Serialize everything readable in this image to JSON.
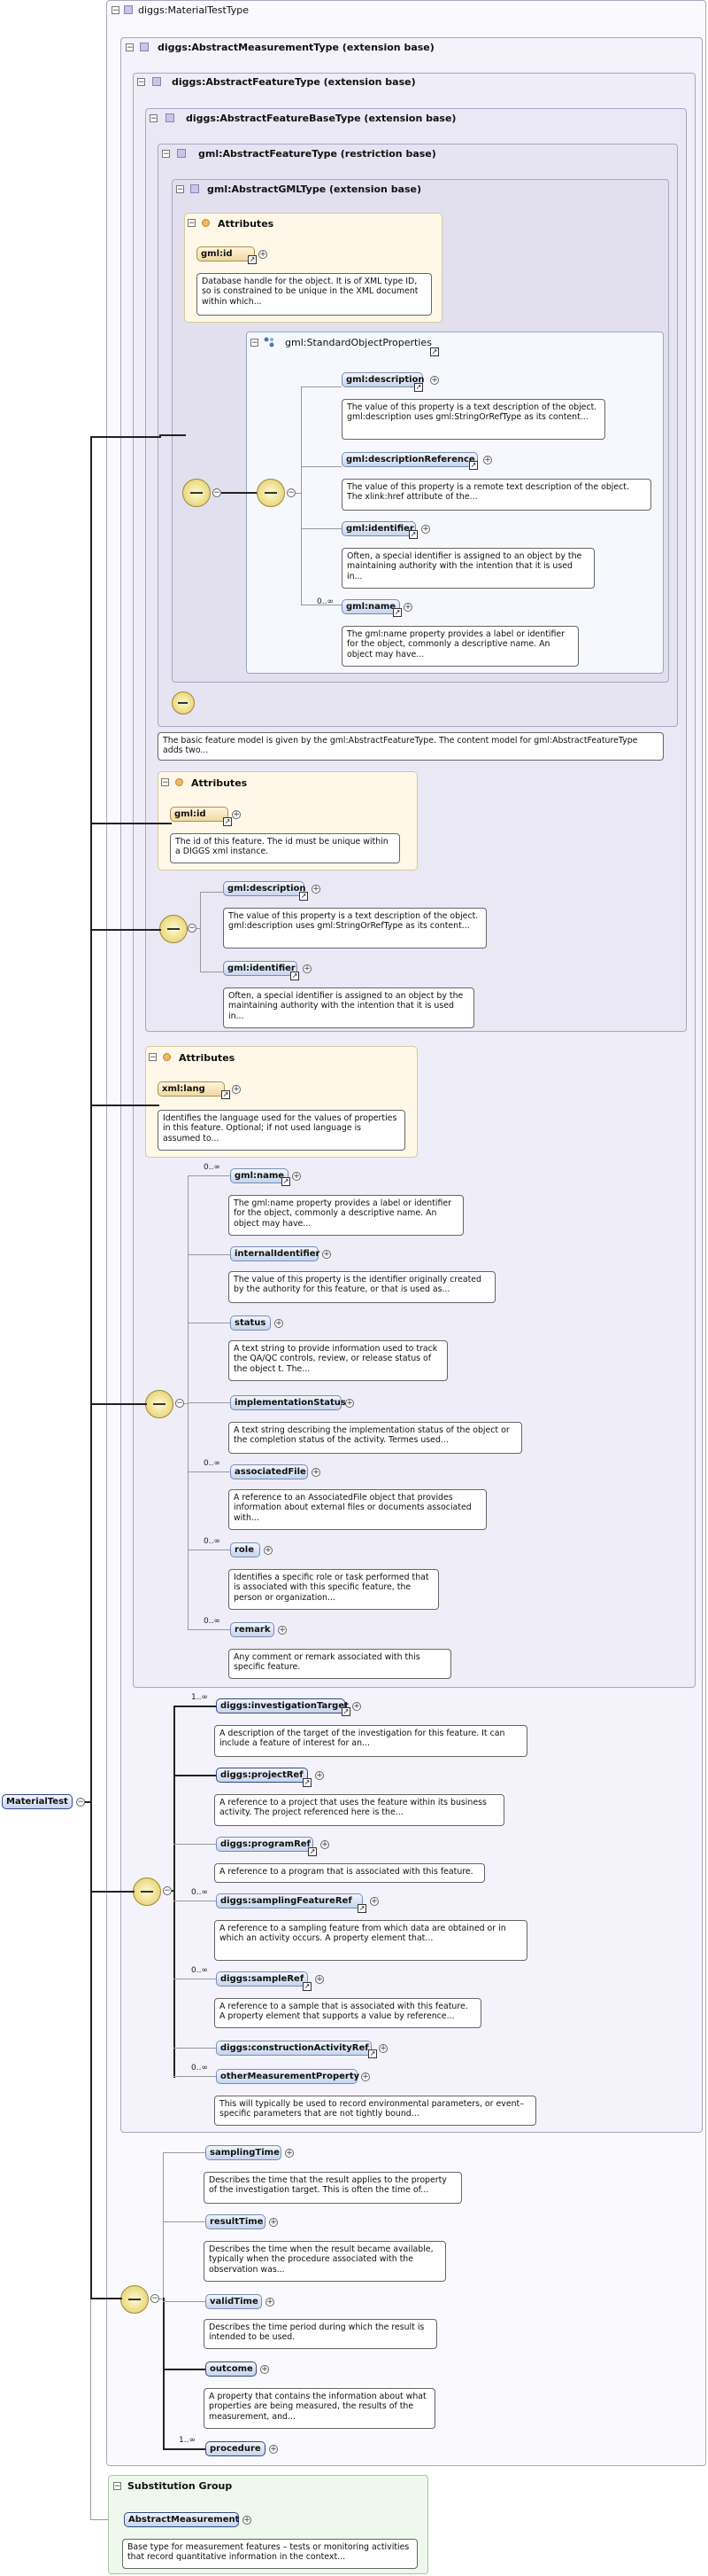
{
  "boxes": {
    "material_test_type": "diggs:MaterialTestType",
    "abstract_measurement_type": "diggs:AbstractMeasurementType (extension base)",
    "abstract_feature_type": "diggs:AbstractFeatureType (extension base)",
    "abstract_feature_base_type": "diggs:AbstractFeatureBaseType (extension base)",
    "gml_abstract_feature_type": "gml:AbstractFeatureType (restriction base)",
    "gml_abstract_gml_type": "gml:AbstractGMLType (extension base)",
    "standard_object_properties": "gml:StandardObjectProperties",
    "substitution_group": "Substitution Group"
  },
  "attributes_label": "Attributes",
  "gml_type": {
    "attr_id": "gml:id",
    "attr_id_desc": "Database handle for the object. It is of XML type ID, so is constrained to be unique in the XML document within which...",
    "elements": [
      {
        "name": "gml:description",
        "card": "",
        "desc": "The value of this property is a text description of the object. gml:description uses gml:StringOrRefType as its content..."
      },
      {
        "name": "gml:descriptionReference",
        "card": "",
        "desc": "The value of this property is a remote text description of the object. The xlink:href attribute of the..."
      },
      {
        "name": "gml:identifier",
        "card": "",
        "desc": "Often, a special identifier is assigned to an object by the maintaining authority with the intention that it is used in..."
      },
      {
        "name": "gml:name",
        "card": "0..∞",
        "desc": "The gml:name property provides a label or identifier for the object, commonly a descriptive name. An object may have..."
      }
    ]
  },
  "feature_type_desc": "The basic feature model is given by the gml:AbstractFeatureType. The content model for gml:AbstractFeatureType adds two...",
  "feature_base": {
    "attr_id": "gml:id",
    "attr_id_desc": "The id of this feature. The id must be unique within a DIGGS xml instance.",
    "elements": [
      {
        "name": "gml:description",
        "desc": "The value of this property is a text description of the object. gml:description uses gml:StringOrRefType as its content..."
      },
      {
        "name": "gml:identifier",
        "desc": "Often, a special identifier is assigned to an object by the maintaining authority with the intention that it is used in..."
      }
    ]
  },
  "abstract_feature": {
    "attr_lang": "xml:lang",
    "attr_lang_desc": "Identifies the language used for the values of properties in this feature. Optional; if not used language is assumed to...",
    "elements": [
      {
        "name": "gml:name",
        "card": "0..∞",
        "desc": "The gml:name property provides a label or identifier for the object, commonly a descriptive name. An object may have..."
      },
      {
        "name": "internalIdentifier",
        "card": "",
        "desc": "The value of this property is the identifier originally created by the authority for this feature, or that is used as..."
      },
      {
        "name": "status",
        "card": "",
        "desc": "A text string to provide information used to track the QA/QC controls, review, or release status of the object t. The..."
      },
      {
        "name": "implementationStatus",
        "card": "",
        "desc": "A text string describing the implementation status of the object or the completion status of the activity. Termes used..."
      },
      {
        "name": "associatedFile",
        "card": "0..∞",
        "desc": "A reference to an AssociatedFile object that provides information about external files or documents associated with..."
      },
      {
        "name": "role",
        "card": "0..∞",
        "desc": "Identifies a specific role or task performed that is associated with this specific feature, the person or organization..."
      },
      {
        "name": "remark",
        "card": "0..∞",
        "desc": "Any comment or remark associated with this specific feature."
      }
    ]
  },
  "measurement": {
    "elements": [
      {
        "name": "diggs:investigationTarget",
        "card": "1..∞",
        "desc": "A description of the target of the investigation for this feature. It can include a feature of interest for an..."
      },
      {
        "name": "diggs:projectRef",
        "card": "",
        "desc": "A reference to a project that uses the feature within its business activity. The project referenced here is the..."
      },
      {
        "name": "diggs:programRef",
        "card": "",
        "desc": "A reference to a program that is associated with this feature."
      },
      {
        "name": "diggs:samplingFeatureRef",
        "card": "0..∞",
        "desc": "A reference to a sampling feature from which data are obtained or in which an activity occurs. A property element that..."
      },
      {
        "name": "diggs:sampleRef",
        "card": "0..∞",
        "desc": "A reference to a sample that is associated with this feature. A property element that supports a value by reference..."
      },
      {
        "name": "diggs:constructionActivityRef",
        "card": "",
        "desc": ""
      },
      {
        "name": "otherMeasurementProperty",
        "card": "0..∞",
        "desc": "This will typically be used to record environmental parameters, or event–specific parameters that are not tightly bound..."
      }
    ]
  },
  "test": {
    "elements": [
      {
        "name": "samplingTime",
        "card": "",
        "desc": "Describes the time that the result applies to the property of the investigation target. This is often the time of..."
      },
      {
        "name": "resultTime",
        "card": "",
        "desc": "Describes the time when the result became available, typically when the procedure associated with the observation was..."
      },
      {
        "name": "validTime",
        "card": "",
        "desc": "Describes the time period during which the result is intended to be used."
      },
      {
        "name": "outcome",
        "card": "",
        "desc": "A property that contains the information about what properties are being measured, the results of the measurement, and..."
      },
      {
        "name": "procedure",
        "card": "1..∞",
        "desc": ""
      }
    ]
  },
  "root_element": "MaterialTest",
  "substitution": {
    "element": "AbstractMeasurement",
    "desc": "Base type for measurement features – tests or monitoring activities that record quantitative information in the context..."
  },
  "colors": {
    "element_fill": "#c5d4ec",
    "element_border": "#7a8cb8",
    "attribute_fill": "#fff8e8",
    "substitution_fill": "#eef8ec",
    "type_box_fill": "#f4f2fa"
  }
}
